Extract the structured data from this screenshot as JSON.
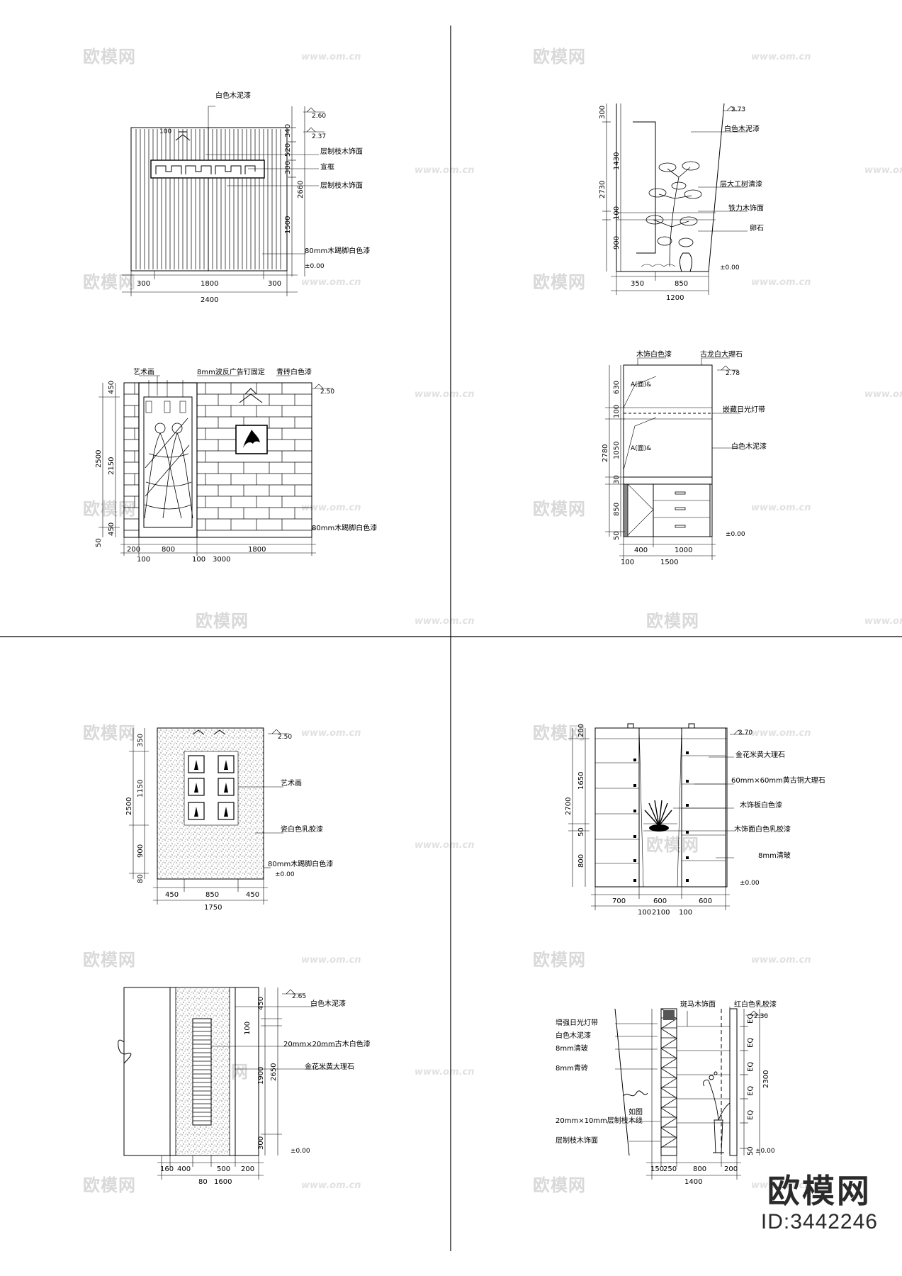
{
  "watermark": {
    "brand": "欧模网",
    "url": "www.om.cn"
  },
  "branding": {
    "logo_text": "欧模网",
    "id_text": "ID:3442246"
  },
  "panels": [
    {
      "id": "p1",
      "labels": [
        "白色木泥漆",
        "层制枝木饰面",
        "宣框",
        "层制枝木饰面",
        "80mm木踢脚白色漆"
      ],
      "levels": [
        "2.60",
        "2.37",
        "±0.00"
      ],
      "dims_h": [
        "300",
        "1800",
        "300",
        "2400"
      ],
      "dims_v": [
        "340",
        "520",
        "300",
        "1500",
        "2660"
      ],
      "note": "100"
    },
    {
      "id": "p2",
      "labels": [
        "白色木泥漆",
        "层大工树清漆",
        "铁力木饰面",
        "卵石"
      ],
      "levels": [
        "2.73",
        "±0.00"
      ],
      "dims_h": [
        "350",
        "850",
        "1200"
      ],
      "dims_v": [
        "300",
        "1430",
        "100",
        "900",
        "2730"
      ]
    },
    {
      "id": "p3",
      "labels": [
        "艺术画",
        "8mm波反广告钉固定",
        "青砖白色漆",
        "80mm木踢脚白色漆"
      ],
      "levels": [
        "2.50"
      ],
      "dims_h": [
        "200",
        "800",
        "1800",
        "100",
        "100",
        "3000"
      ],
      "dims_v": [
        "450",
        "2150",
        "2500",
        "50",
        "450"
      ]
    },
    {
      "id": "p4",
      "labels": [
        "木饰白色漆",
        "古龙白大理石",
        "嵌藏日光灯带",
        "白色木泥漆"
      ],
      "levels": [
        "2.78",
        "±0.00"
      ],
      "dims_h": [
        "400",
        "1000",
        "100",
        "1500"
      ],
      "dims_v": [
        "630",
        "100",
        "1050",
        "30",
        "850",
        "50",
        "2780"
      ],
      "notes": [
        "A(面)&",
        "A(面)&"
      ]
    },
    {
      "id": "p5",
      "labels": [
        "艺术画",
        "瓷白色乳胶漆",
        "80mm木踢脚白色漆"
      ],
      "levels": [
        "2.50",
        "±0.00"
      ],
      "dims_h": [
        "450",
        "850",
        "450",
        "1750"
      ],
      "dims_v": [
        "350",
        "1150",
        "900",
        "80",
        "2500"
      ]
    },
    {
      "id": "p6",
      "labels": [
        "金花米黄大理石",
        "60mm×60mm黄古铜大理石",
        "木饰板白色漆",
        "木饰面白色乳胶漆",
        "8mm清玻"
      ],
      "levels": [
        "2.70",
        "±0.00"
      ],
      "dims_h": [
        "700",
        "600",
        "600",
        "100",
        "2100",
        "100"
      ],
      "dims_v": [
        "200",
        "1650",
        "50",
        "800",
        "2700"
      ]
    },
    {
      "id": "p7",
      "labels": [
        "白色木泥漆",
        "20mm×20mm古木白色漆",
        "金花米黄大理石"
      ],
      "levels": [
        "2.65",
        "±0.00"
      ],
      "dims_h": [
        "160",
        "400",
        "80",
        "500",
        "200",
        "1600"
      ],
      "dims_v": [
        "450",
        "100",
        "1900",
        "2650",
        "300"
      ]
    },
    {
      "id": "p8",
      "labels": [
        "斑马木饰面",
        "红白色乳胶漆",
        "增强日光灯带",
        "白色木泥漆",
        "8mm清玻",
        "8mm青砖",
        "20mm×10mm层制枝木线",
        "层制枝木饰面"
      ],
      "levels": [
        "2.30",
        "±0.00"
      ],
      "dims_h": [
        "150",
        "250",
        "800",
        "200",
        "1400"
      ],
      "dims_v": [
        "EQ",
        "EQ",
        "EQ",
        "EQ",
        "EQ",
        "2300",
        "50"
      ],
      "note": "如图"
    }
  ]
}
